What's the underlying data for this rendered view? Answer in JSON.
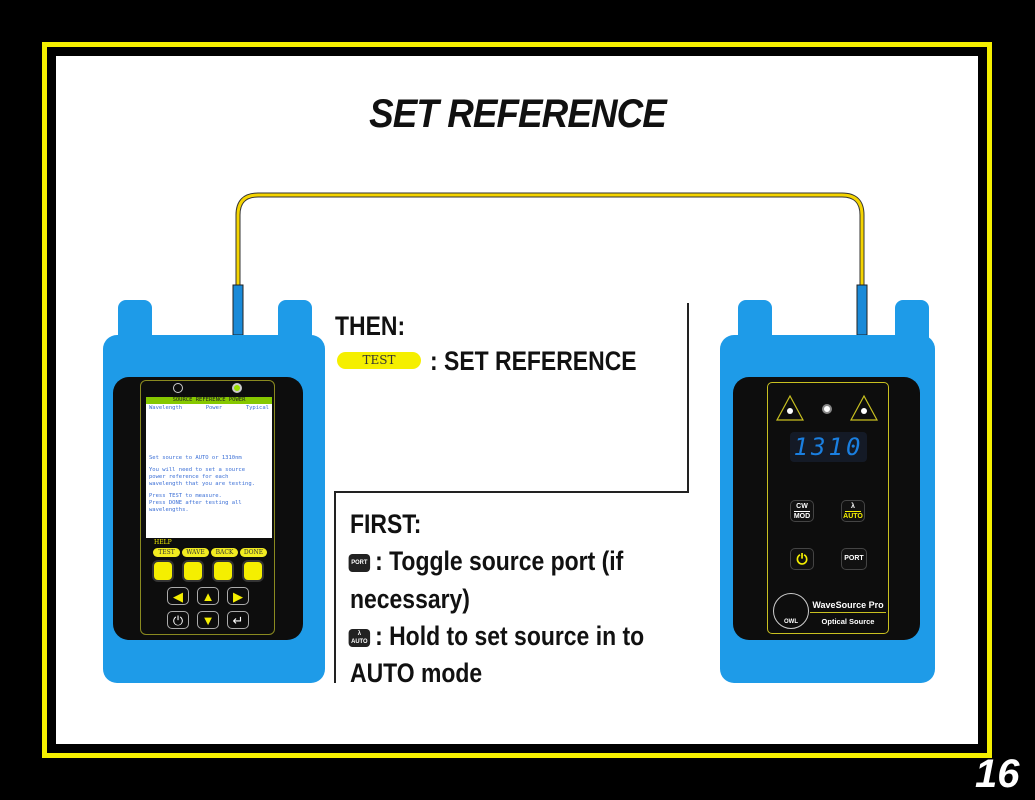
{
  "title": "SET REFERENCE",
  "page_number": "16",
  "then": {
    "heading": "THEN:",
    "button_label": "TEST",
    "action": ": SET REFERENCE"
  },
  "first": {
    "heading": "FIRST:",
    "step1_icon": "PORT",
    "step1_text": ": Toggle source port (if",
    "step1_text2": "necessary)",
    "step2_icon_top": "λ",
    "step2_icon_bottom": "AUTO",
    "step2_text": ": Hold to set source in to",
    "step2_text2": "AUTO mode"
  },
  "meter": {
    "screen_title": "SOURCE REFERENCE POWER",
    "columns": [
      "Wavelength",
      "Power",
      "Typical"
    ],
    "lines": [
      "Set source to AUTO or 1310nm",
      "",
      "You will need to set a source",
      "power reference for each",
      "wavelength that you are testing.",
      "",
      "Press TEST to measure.",
      "Press DONE after testing all",
      "wavelengths."
    ],
    "help": "HELP",
    "softkeys": [
      "TEST",
      "WAVE",
      "BACK",
      "DONE"
    ]
  },
  "source": {
    "display": "1310",
    "btn_cw": "CW",
    "btn_mod": "MOD",
    "btn_lambda": "λ",
    "btn_auto": "AUTO",
    "btn_port": "PORT",
    "brand": "WaveSource Pro",
    "subtitle": "Optical Source",
    "logo_text": "OWL",
    "colors": {
      "display": "#1a7fe0",
      "accent": "#f5ef00",
      "body": "#1e9be8"
    }
  }
}
